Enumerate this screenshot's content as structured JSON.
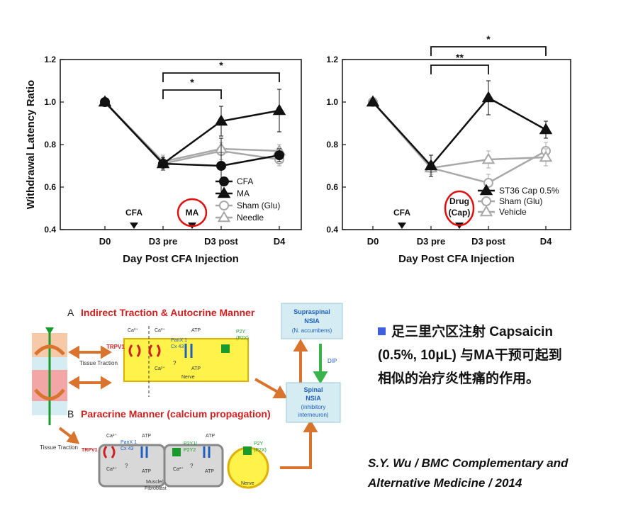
{
  "chart_data": [
    {
      "type": "line",
      "ylabel": "Withdrawal Latency Ratio",
      "xlabel": "Day Post CFA Injection",
      "categories": [
        "D0",
        "D3 pre",
        "D3 post",
        "D4"
      ],
      "ylim": [
        0.4,
        1.2
      ],
      "yticks": [
        "0.4",
        "0.6",
        "0.8",
        "1.0",
        "1.2"
      ],
      "series": [
        {
          "name": "CFA",
          "marker": "circle-filled",
          "color": "#111111",
          "values": [
            1.0,
            0.71,
            0.7,
            0.75
          ],
          "errors": [
            0,
            0.03,
            0.13,
            0.03
          ]
        },
        {
          "name": "MA",
          "marker": "triangle-filled",
          "color": "#111111",
          "values": [
            1.0,
            0.71,
            0.91,
            0.96
          ],
          "errors": [
            0,
            0.03,
            0.07,
            0.1
          ]
        },
        {
          "name": "Sham (Glu)",
          "marker": "circle-open",
          "color": "#a8a8a8",
          "values": [
            1.0,
            0.71,
            0.77,
            0.73
          ],
          "errors": [
            0,
            0.03,
            0.04,
            0.03
          ]
        },
        {
          "name": "Needle",
          "marker": "triangle-open",
          "color": "#a8a8a8",
          "values": [
            1.0,
            0.72,
            0.78,
            0.77
          ],
          "errors": [
            0,
            0.03,
            0.03,
            0.03
          ]
        }
      ],
      "events": [
        {
          "label": "CFA",
          "position": "between D0 and D3 pre"
        },
        {
          "label": "MA",
          "position": "between D3 pre and D3 post",
          "circled": true
        }
      ],
      "significance": [
        {
          "from": "D3 pre",
          "to": "D3 post",
          "label": "*"
        },
        {
          "from": "D3 pre",
          "to": "D4",
          "label": "*"
        }
      ],
      "legend": "bottom-right"
    },
    {
      "type": "line",
      "ylabel": "",
      "xlabel": "Day Post CFA Injection",
      "categories": [
        "D0",
        "D3 pre",
        "D3 post",
        "D4"
      ],
      "ylim": [
        0.4,
        1.2
      ],
      "yticks": [
        "0.4",
        "0.6",
        "0.8",
        "1.0",
        "1.2"
      ],
      "series": [
        {
          "name": "ST36 Cap 0.5%",
          "marker": "triangle-filled",
          "color": "#111111",
          "values": [
            1.0,
            0.7,
            1.02,
            0.87
          ],
          "errors": [
            0,
            0.05,
            0.08,
            0.04
          ]
        },
        {
          "name": "Sham (Glu)",
          "marker": "circle-open",
          "color": "#a8a8a8",
          "values": [
            1.0,
            0.69,
            0.62,
            0.77
          ],
          "errors": [
            0,
            0.03,
            0.04,
            0.04
          ]
        },
        {
          "name": "Vehicle",
          "marker": "triangle-open",
          "color": "#a8a8a8",
          "values": [
            1.0,
            0.69,
            0.73,
            0.74
          ],
          "errors": [
            0,
            0.03,
            0.04,
            0.04
          ]
        }
      ],
      "events": [
        {
          "label": "CFA",
          "position": "between D0 and D3 pre"
        },
        {
          "label": "Drug (Cap)",
          "position": "between D3 pre and D3 post",
          "circled": true
        }
      ],
      "significance": [
        {
          "from": "D3 pre",
          "to": "D3 post",
          "label": "**"
        },
        {
          "from": "D3 pre",
          "to": "D4",
          "label": "*"
        }
      ],
      "legend": "bottom-right"
    }
  ],
  "diagram": {
    "panel_a_title": "Indirect Traction & Autocrine Manner",
    "panel_a_letter": "A",
    "panel_b_title": "Paracrine Manner (calcium propagation)",
    "panel_b_letter": "B",
    "tissue_traction": "Tissue Traction",
    "supraspinal": [
      "Supraspinal",
      "NSIA",
      "(N. accumbens)"
    ],
    "spinal": [
      "Spinal",
      "NSIA",
      "(inhibitory",
      "interneuron)"
    ],
    "dip": "DIP",
    "nerve": "Nerve",
    "muscle": [
      "Muscle/",
      "Fibroblast"
    ],
    "trpv1": "TRPV1",
    "panx": "PanX 1",
    "cx43": "Cx 43",
    "p2y": "P2Y",
    "p2x": "(P2X)",
    "p2y1": "P2Y1/",
    "p2y2": "P2Y2",
    "ca": "Ca²⁺",
    "atp": "ATP",
    "q": "?",
    "colors": {
      "accent_red": "#d02020",
      "nerve_yellow": "#fff24a",
      "arrow_orange": "#d8742e",
      "green": "#1a9a2a"
    }
  },
  "note": {
    "line1": "足三里穴区注射 Capsaicin",
    "line2": "(0.5%, 10μL) 与MA干预可起到",
    "line3": "相似的治疗炎性痛的作用。"
  },
  "citation": {
    "line1": "S.Y. Wu / BMC Complementary and",
    "line2": "Alternative Medicine / 2014"
  }
}
